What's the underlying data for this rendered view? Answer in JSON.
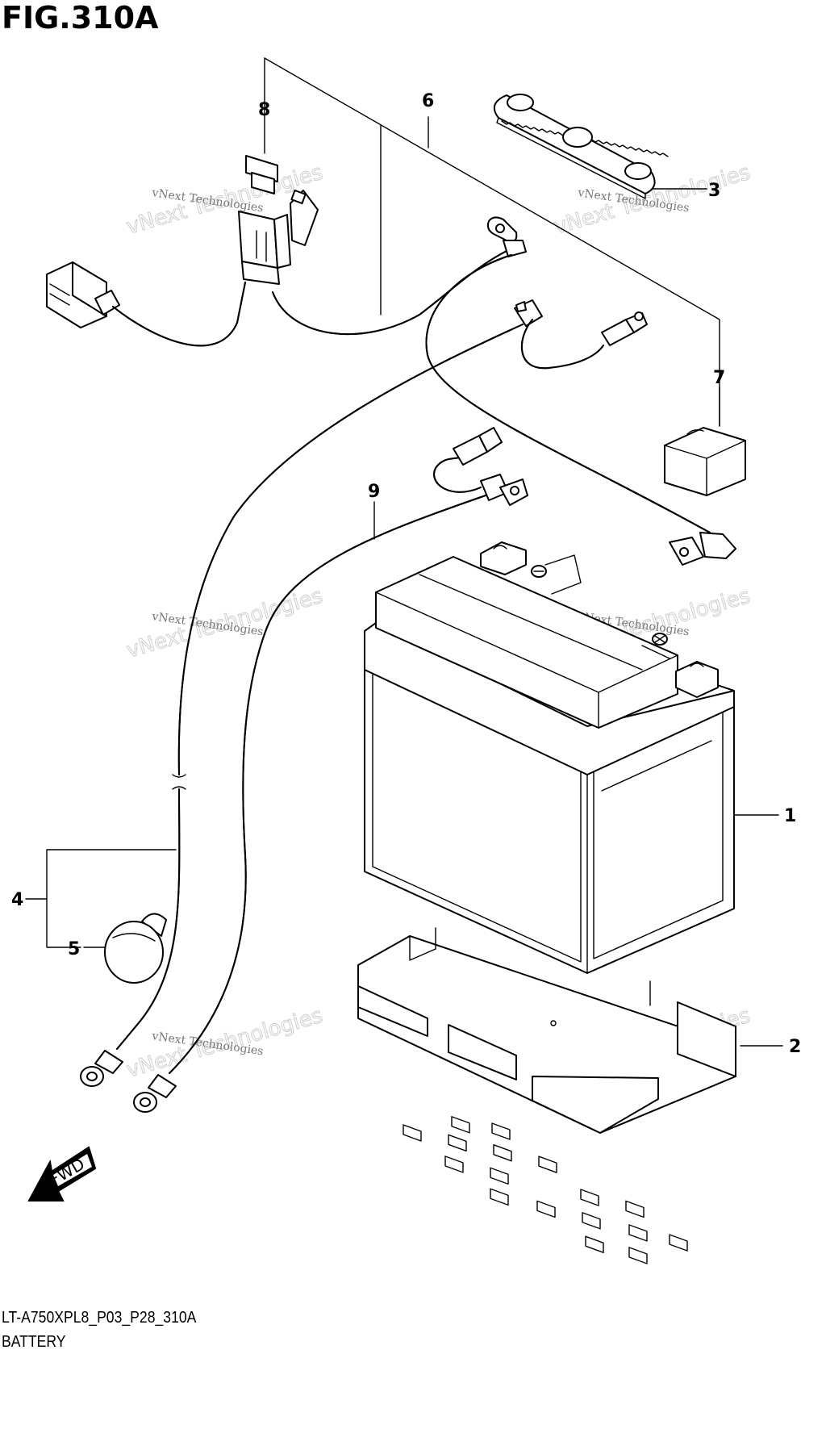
{
  "figure": {
    "title": "FIG.310A",
    "model_code": "LT-A750XPL8_P03_P28_310A",
    "description": "BATTERY"
  },
  "callouts": [
    {
      "id": "1",
      "label": "1"
    },
    {
      "id": "2",
      "label": "2"
    },
    {
      "id": "3",
      "label": "3"
    },
    {
      "id": "4",
      "label": "4"
    },
    {
      "id": "5",
      "label": "5"
    },
    {
      "id": "6",
      "label": "6"
    },
    {
      "id": "7",
      "label": "7"
    },
    {
      "id": "8",
      "label": "8"
    },
    {
      "id": "9",
      "label": "9"
    }
  ],
  "fwd_arrow": {
    "label": "FWD"
  },
  "watermark": {
    "line1": "vNext Technologies",
    "line2": "vNext Technologies"
  }
}
